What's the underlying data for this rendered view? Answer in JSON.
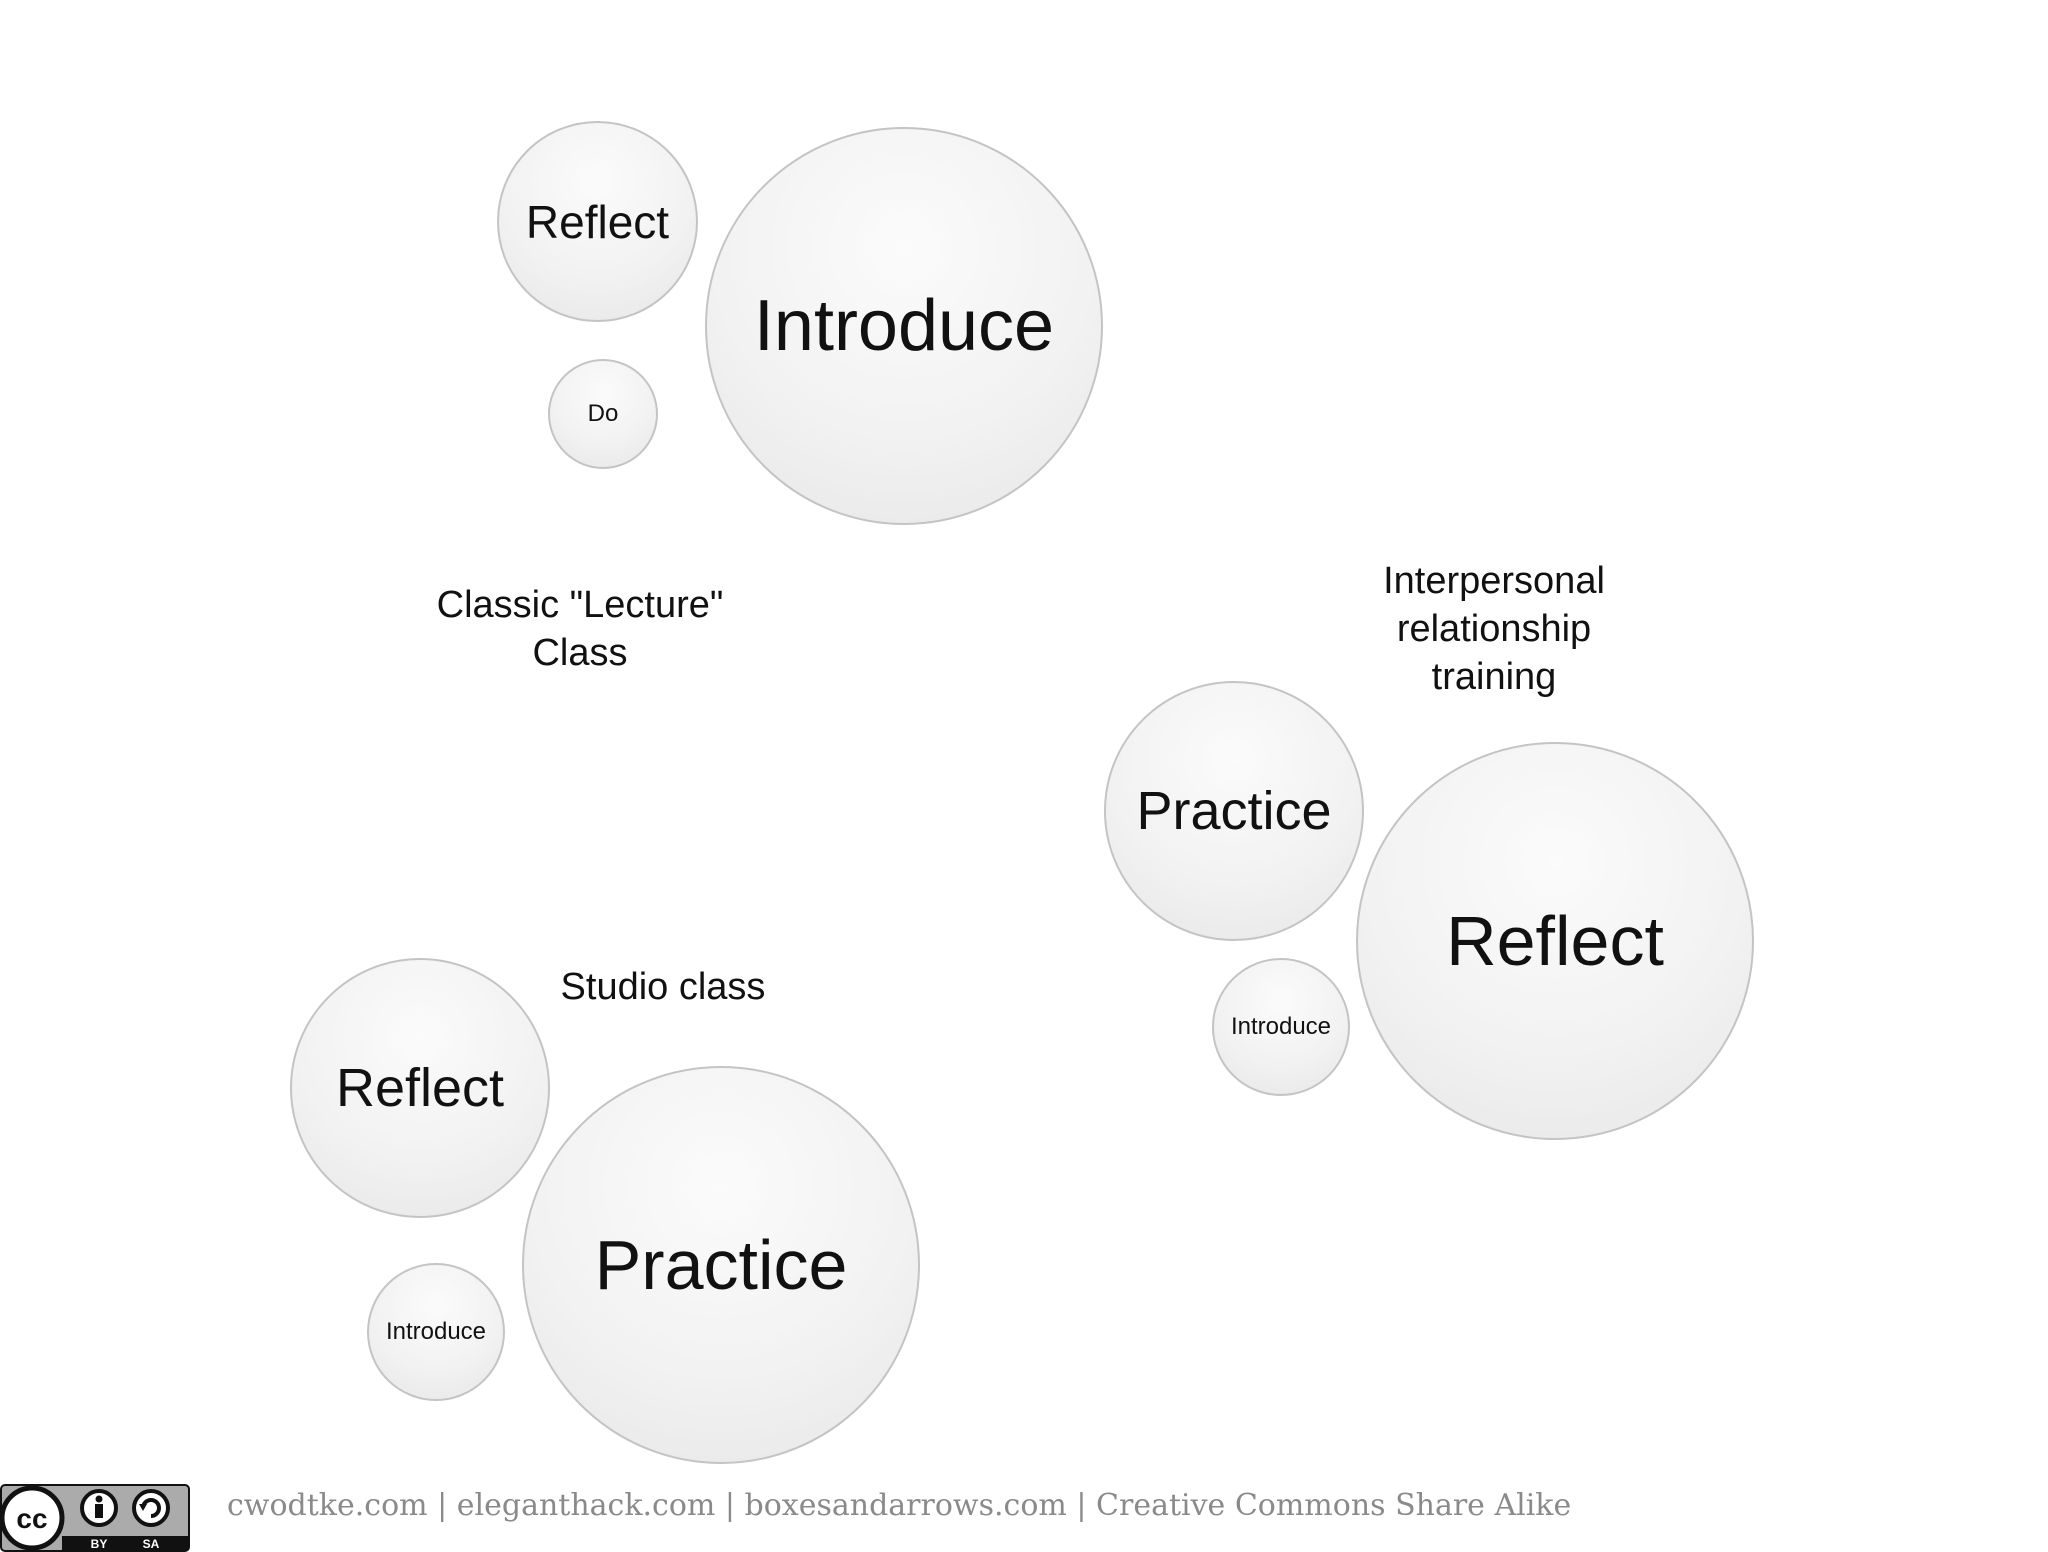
{
  "diagrams": {
    "lecture": {
      "title": "Classic \"Lecture\" Class",
      "title_line1": "Classic \"Lecture\"",
      "title_line2": "Class",
      "large": "Introduce",
      "medium": "Reflect",
      "small": "Do"
    },
    "interpersonal": {
      "title_line1": "Interpersonal",
      "title_line2": "relationship",
      "title_line3": "training",
      "large": "Reflect",
      "medium": "Practice",
      "small": "Introduce"
    },
    "studio": {
      "title": "Studio class",
      "large": "Practice",
      "medium": "Reflect",
      "small": "Introduce"
    }
  },
  "footer": {
    "text": "cwodtke.com | eleganthack.com | boxesandarrows.com | Creative Commons Share Alike",
    "license_badge": {
      "cc": "cc",
      "by": "BY",
      "sa": "SA"
    }
  },
  "colors": {
    "circle_border": "#c4c4c4",
    "circle_fill": "#f2f2f2",
    "text": "#111111",
    "footer_text": "#8a8a8a"
  }
}
